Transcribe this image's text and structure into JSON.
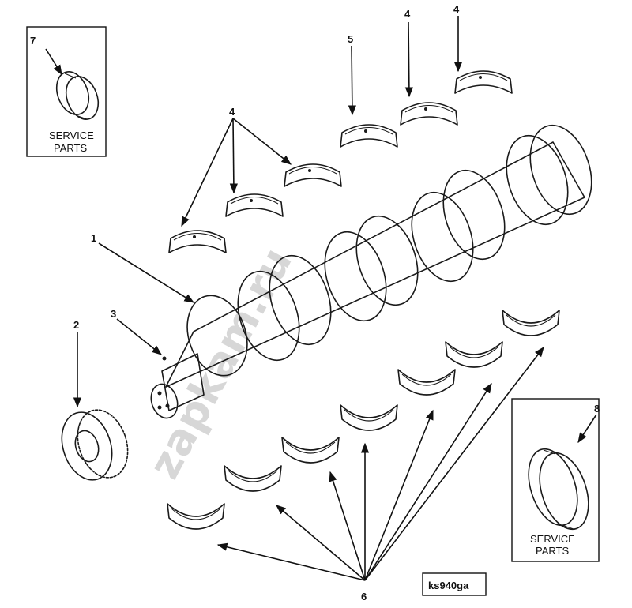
{
  "callouts": [
    {
      "id": "7",
      "text": "7"
    },
    {
      "id": "4a",
      "text": "4"
    },
    {
      "id": "4b",
      "text": "4"
    },
    {
      "id": "4c",
      "text": "4"
    },
    {
      "id": "5",
      "text": "5"
    },
    {
      "id": "1",
      "text": "1"
    },
    {
      "id": "2",
      "text": "2"
    },
    {
      "id": "3",
      "text": "3"
    },
    {
      "id": "8",
      "text": "8"
    },
    {
      "id": "6",
      "text": "6"
    }
  ],
  "service_box_left": {
    "line1": "SERVICE",
    "line2": "PARTS"
  },
  "service_box_right": {
    "line1": "SERVICE",
    "line2": "PARTS"
  },
  "figure_code": "ks940ga",
  "watermark": "zapkam.ru"
}
